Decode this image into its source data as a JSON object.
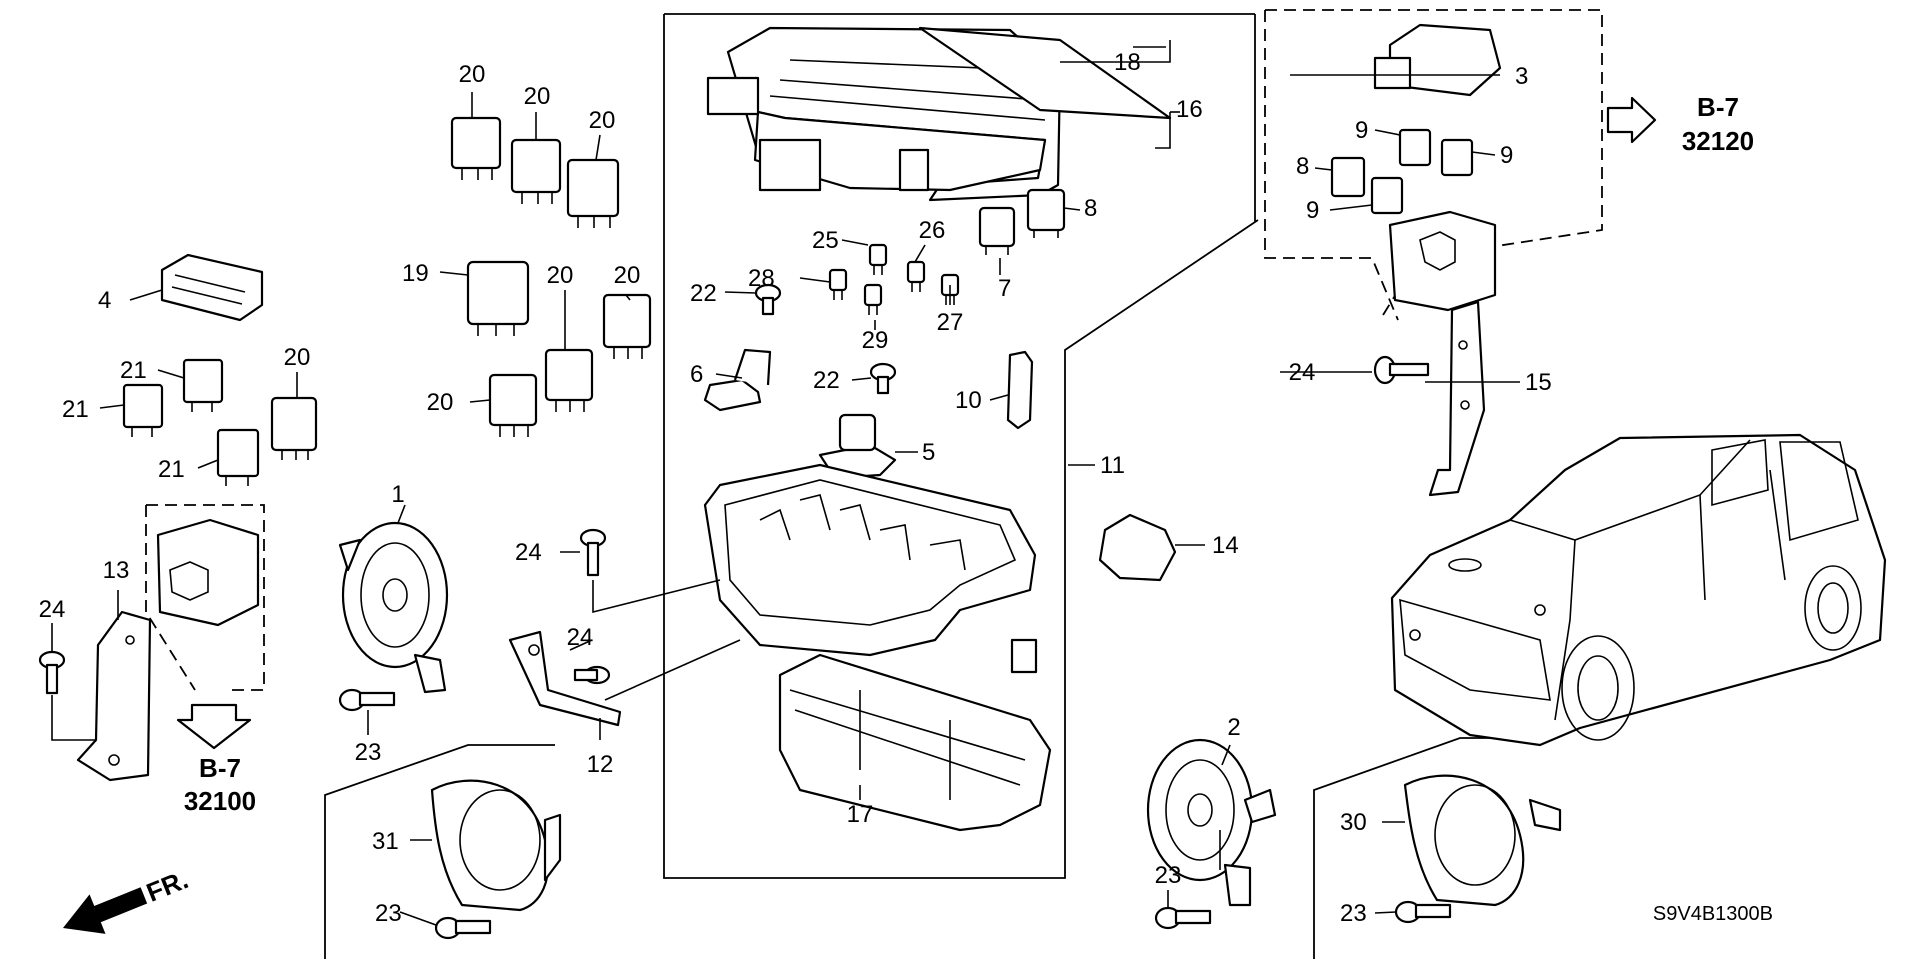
{
  "callouts": [
    {
      "id": "c1",
      "text": "1"
    },
    {
      "id": "c2",
      "text": "2"
    },
    {
      "id": "c3",
      "text": "3"
    },
    {
      "id": "c4",
      "text": "4"
    },
    {
      "id": "c5",
      "text": "5"
    },
    {
      "id": "c6",
      "text": "6"
    },
    {
      "id": "c7",
      "text": "7"
    },
    {
      "id": "c8a",
      "text": "8"
    },
    {
      "id": "c8b",
      "text": "8"
    },
    {
      "id": "c9a",
      "text": "9"
    },
    {
      "id": "c9b",
      "text": "9"
    },
    {
      "id": "c9c",
      "text": "9"
    },
    {
      "id": "c10",
      "text": "10"
    },
    {
      "id": "c11",
      "text": "11"
    },
    {
      "id": "c12",
      "text": "12"
    },
    {
      "id": "c13",
      "text": "13"
    },
    {
      "id": "c14",
      "text": "14"
    },
    {
      "id": "c15",
      "text": "15"
    },
    {
      "id": "c16",
      "text": "16"
    },
    {
      "id": "c17",
      "text": "17"
    },
    {
      "id": "c18",
      "text": "18"
    },
    {
      "id": "c19",
      "text": "19"
    },
    {
      "id": "c20a",
      "text": "20"
    },
    {
      "id": "c20b",
      "text": "20"
    },
    {
      "id": "c20c",
      "text": "20"
    },
    {
      "id": "c20d",
      "text": "20"
    },
    {
      "id": "c20e",
      "text": "20"
    },
    {
      "id": "c20f",
      "text": "20"
    },
    {
      "id": "c20g",
      "text": "20"
    },
    {
      "id": "c21a",
      "text": "21"
    },
    {
      "id": "c21b",
      "text": "21"
    },
    {
      "id": "c21c",
      "text": "21"
    },
    {
      "id": "c22a",
      "text": "22"
    },
    {
      "id": "c22b",
      "text": "22"
    },
    {
      "id": "c23a",
      "text": "23"
    },
    {
      "id": "c23b",
      "text": "23"
    },
    {
      "id": "c23c",
      "text": "23"
    },
    {
      "id": "c23d",
      "text": "23"
    },
    {
      "id": "c24a",
      "text": "24"
    },
    {
      "id": "c24b",
      "text": "24"
    },
    {
      "id": "c24c",
      "text": "24"
    },
    {
      "id": "c24d",
      "text": "24"
    },
    {
      "id": "c25",
      "text": "25"
    },
    {
      "id": "c26",
      "text": "26"
    },
    {
      "id": "c27",
      "text": "27"
    },
    {
      "id": "c28",
      "text": "28"
    },
    {
      "id": "c29",
      "text": "29"
    },
    {
      "id": "c30",
      "text": "30"
    },
    {
      "id": "c31",
      "text": "31"
    }
  ],
  "references": {
    "right": {
      "section": "B-7",
      "number": "32120"
    },
    "bottom": {
      "section": "B-7",
      "number": "32100"
    }
  },
  "front_marker": "FR.",
  "diagram_code": "S9V4B1300B"
}
